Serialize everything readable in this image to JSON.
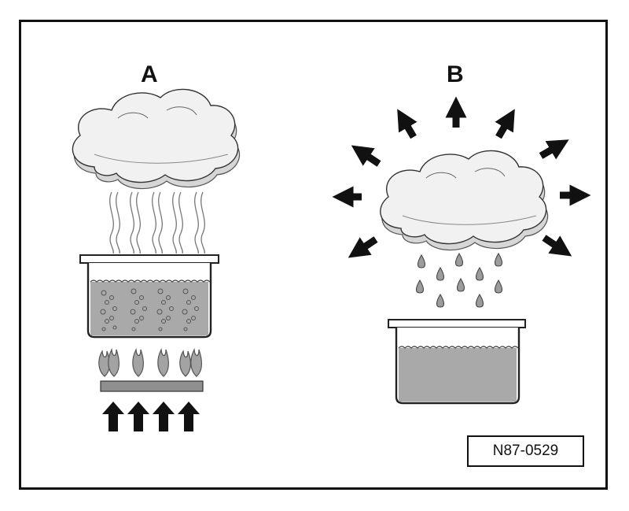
{
  "panels": {
    "a": {
      "label": "A"
    },
    "b": {
      "label": "B"
    }
  },
  "reference_code": "N87-0529",
  "colors": {
    "frame": "#111111",
    "cloud_fill": "#f1f1f1",
    "cloud_shadow": "#d6d6d6",
    "water": "#a9a9a9",
    "pot_outline": "#222222",
    "burner": "#8f8f8f",
    "flame": "#a3a3a3",
    "arrow": "#111111",
    "droplet": "#9c9c9c"
  },
  "icons": {
    "heat_arrows": "arrow-up-icon",
    "radiating_arrows": "arrow-icon",
    "flames": "flame-icon",
    "clouds": "cloud-icon",
    "droplets": "droplet-icon"
  }
}
